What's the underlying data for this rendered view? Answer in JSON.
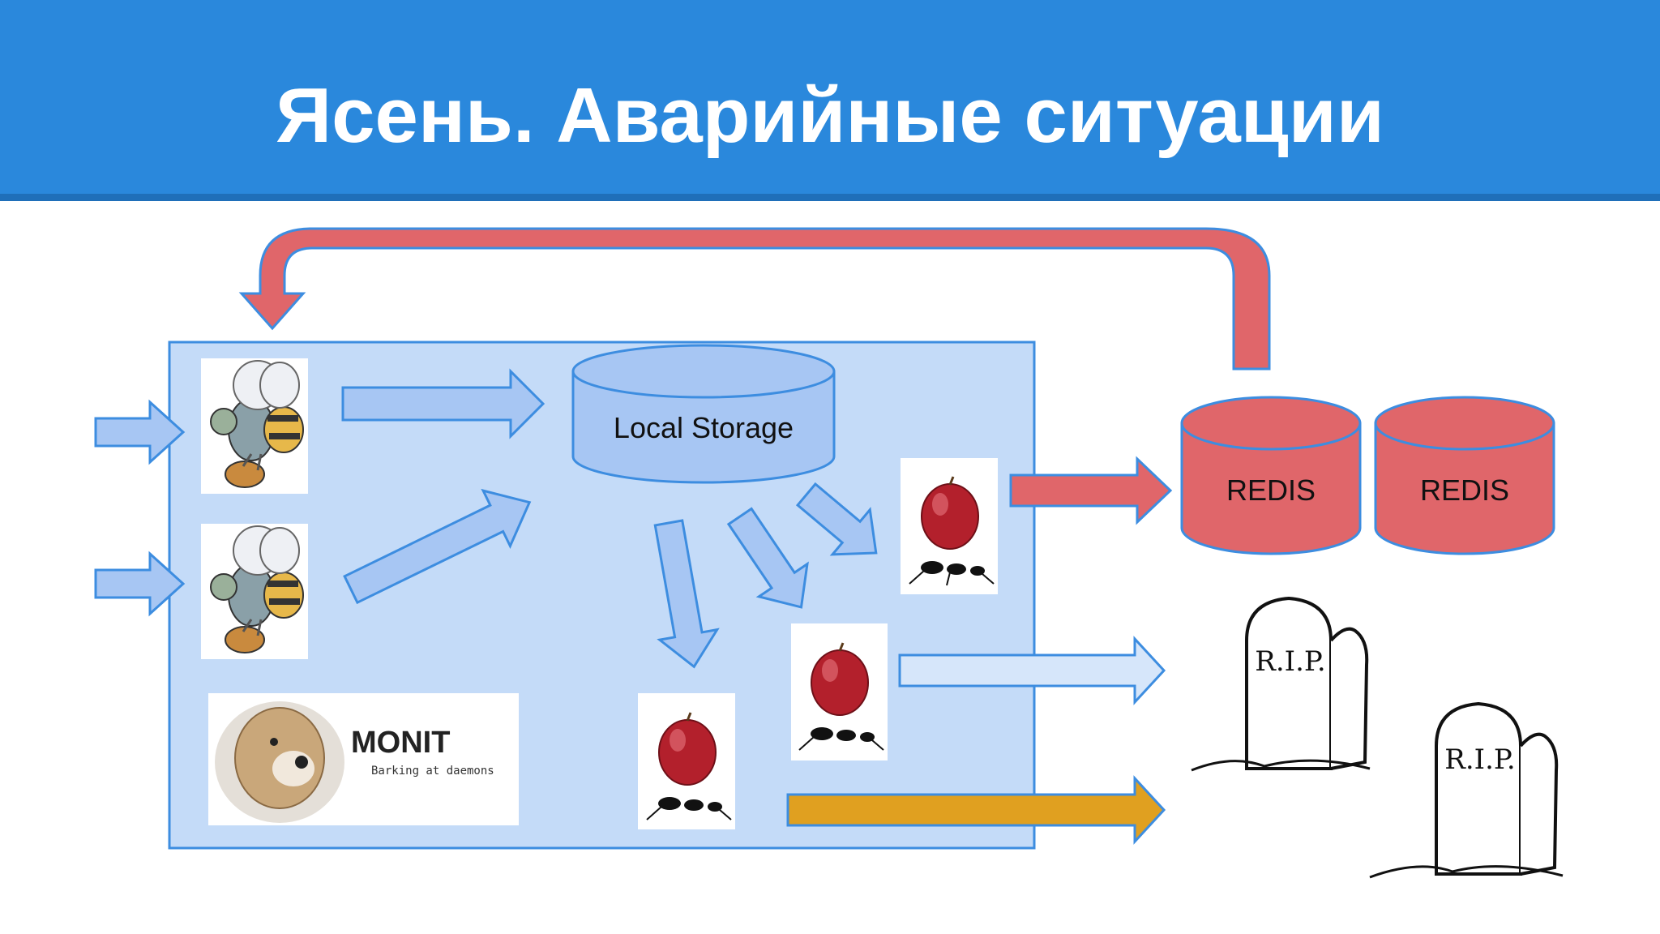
{
  "slide": {
    "title": "Ясень. Аварийные ситуации"
  },
  "diagram": {
    "local_storage_label": "Local Storage",
    "redis_primary_label": "REDIS",
    "redis_secondary_label": "REDIS",
    "monit_logo_text": "MONIT",
    "monit_tagline": "Barking at daemons",
    "tombstone_text": "R.I.P."
  },
  "colors": {
    "title_bar": "#2a88dc",
    "container_fill": "#c4dbf8",
    "container_border": "#3d8de0",
    "arrow_blue": "#a7c6f3",
    "arrow_red": "#e0666a",
    "arrow_light": "#d6e6fa",
    "arrow_orange": "#e0a020",
    "redis_fill": "#e0666a"
  }
}
